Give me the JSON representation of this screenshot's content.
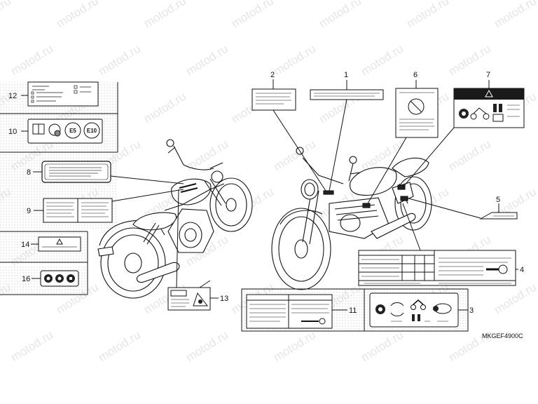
{
  "diagram": {
    "drawing_code": "MKGEF4900C",
    "watermark": "motod.ru",
    "callouts": [
      "1",
      "2",
      "3",
      "4",
      "5",
      "6",
      "7",
      "8",
      "9",
      "10",
      "11",
      "12",
      "13",
      "14",
      "16"
    ],
    "label_marks": {
      "e5": "E5",
      "e10": "E10"
    }
  },
  "colors": {
    "line": "#111111",
    "dot_pattern": "#c8c8c8",
    "label_dark": "#1a1a1a"
  }
}
